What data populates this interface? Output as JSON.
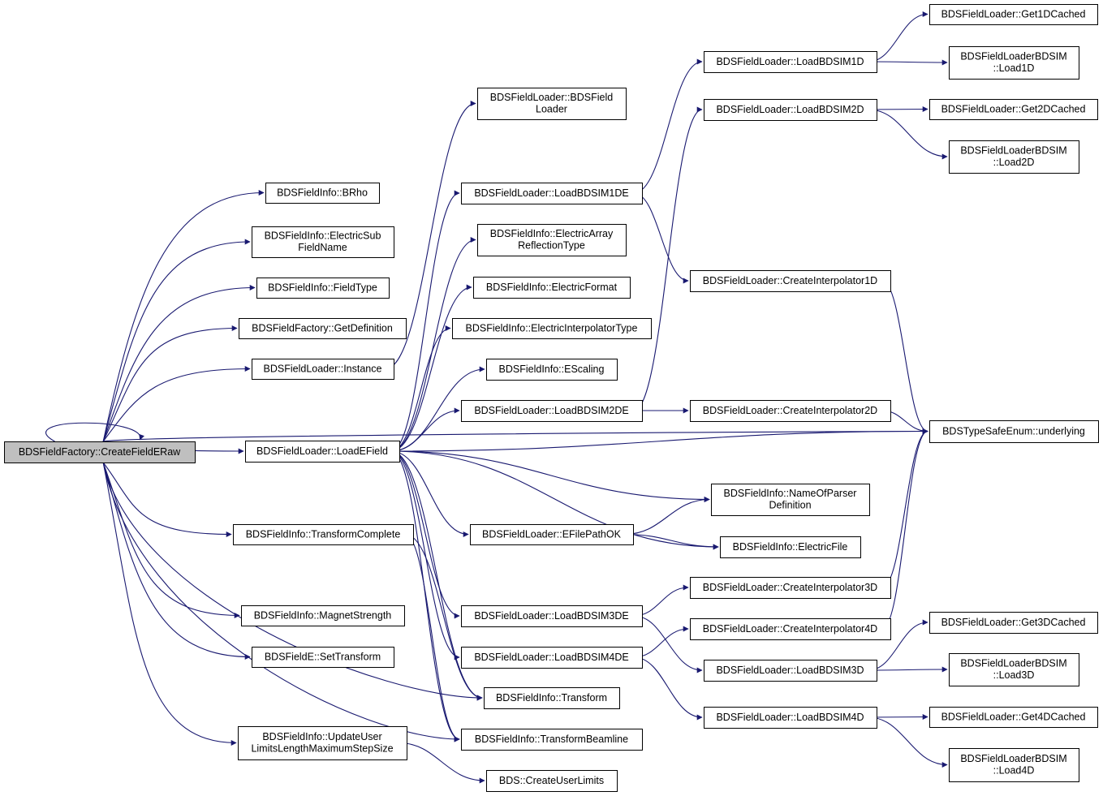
{
  "nodes": [
    {
      "id": "root",
      "lines": [
        "BDSFieldFactory::CreateFieldERaw"
      ],
      "root": true
    },
    {
      "id": "brho",
      "lines": [
        "BDSFieldInfo::BRho"
      ]
    },
    {
      "id": "elecsub",
      "lines": [
        "BDSFieldInfo::ElectricSub",
        "FieldName"
      ]
    },
    {
      "id": "fieldtype",
      "lines": [
        "BDSFieldInfo::FieldType"
      ]
    },
    {
      "id": "getdef",
      "lines": [
        "BDSFieldFactory::GetDefinition"
      ]
    },
    {
      "id": "instance",
      "lines": [
        "BDSFieldLoader::Instance"
      ]
    },
    {
      "id": "loadefield",
      "lines": [
        "BDSFieldLoader::LoadEField"
      ]
    },
    {
      "id": "transcomplete",
      "lines": [
        "BDSFieldInfo::TransformComplete"
      ]
    },
    {
      "id": "magstrength",
      "lines": [
        "BDSFieldInfo::MagnetStrength"
      ]
    },
    {
      "id": "settransform",
      "lines": [
        "BDSFieldE::SetTransform"
      ]
    },
    {
      "id": "updateuser",
      "lines": [
        "BDSFieldInfo::UpdateUser",
        "LimitsLengthMaximumStepSize"
      ]
    },
    {
      "id": "ctor",
      "lines": [
        "BDSFieldLoader::BDSField",
        "Loader"
      ]
    },
    {
      "id": "load1de",
      "lines": [
        "BDSFieldLoader::LoadBDSIM1DE"
      ]
    },
    {
      "id": "earray",
      "lines": [
        "BDSFieldInfo::ElectricArray",
        "ReflectionType"
      ]
    },
    {
      "id": "eformat",
      "lines": [
        "BDSFieldInfo::ElectricFormat"
      ]
    },
    {
      "id": "einterp",
      "lines": [
        "BDSFieldInfo::ElectricInterpolatorType"
      ]
    },
    {
      "id": "escaling",
      "lines": [
        "BDSFieldInfo::EScaling"
      ]
    },
    {
      "id": "load2de",
      "lines": [
        "BDSFieldLoader::LoadBDSIM2DE"
      ]
    },
    {
      "id": "efilepath",
      "lines": [
        "BDSFieldLoader::EFilePathOK"
      ]
    },
    {
      "id": "load3de",
      "lines": [
        "BDSFieldLoader::LoadBDSIM3DE"
      ]
    },
    {
      "id": "load4de",
      "lines": [
        "BDSFieldLoader::LoadBDSIM4DE"
      ]
    },
    {
      "id": "transform",
      "lines": [
        "BDSFieldInfo::Transform"
      ]
    },
    {
      "id": "transbeam",
      "lines": [
        "BDSFieldInfo::TransformBeamline"
      ]
    },
    {
      "id": "createuser",
      "lines": [
        "BDS::CreateUserLimits"
      ]
    },
    {
      "id": "load1d",
      "lines": [
        "BDSFieldLoader::LoadBDSIM1D"
      ]
    },
    {
      "id": "load2d",
      "lines": [
        "BDSFieldLoader::LoadBDSIM2D"
      ]
    },
    {
      "id": "ci1d",
      "lines": [
        "BDSFieldLoader::CreateInterpolator1D"
      ]
    },
    {
      "id": "ci2d",
      "lines": [
        "BDSFieldLoader::CreateInterpolator2D"
      ]
    },
    {
      "id": "nameparser",
      "lines": [
        "BDSFieldInfo::NameOfParser",
        "Definition"
      ]
    },
    {
      "id": "efile",
      "lines": [
        "BDSFieldInfo::ElectricFile"
      ]
    },
    {
      "id": "ci3d",
      "lines": [
        "BDSFieldLoader::CreateInterpolator3D"
      ]
    },
    {
      "id": "ci4d",
      "lines": [
        "BDSFieldLoader::CreateInterpolator4D"
      ]
    },
    {
      "id": "load3d",
      "lines": [
        "BDSFieldLoader::LoadBDSIM3D"
      ]
    },
    {
      "id": "load4d",
      "lines": [
        "BDSFieldLoader::LoadBDSIM4D"
      ]
    },
    {
      "id": "get1d",
      "lines": [
        "BDSFieldLoader::Get1DCached"
      ]
    },
    {
      "id": "l1d",
      "lines": [
        "BDSFieldLoaderBDSIM",
        "::Load1D"
      ]
    },
    {
      "id": "get2d",
      "lines": [
        "BDSFieldLoader::Get2DCached"
      ]
    },
    {
      "id": "l2d",
      "lines": [
        "BDSFieldLoaderBDSIM",
        "::Load2D"
      ]
    },
    {
      "id": "underlying",
      "lines": [
        "BDSTypeSafeEnum::underlying"
      ]
    },
    {
      "id": "get3d",
      "lines": [
        "BDSFieldLoader::Get3DCached"
      ]
    },
    {
      "id": "l3d",
      "lines": [
        "BDSFieldLoaderBDSIM",
        "::Load3D"
      ]
    },
    {
      "id": "get4d",
      "lines": [
        "BDSFieldLoader::Get4DCached"
      ]
    },
    {
      "id": "l4d",
      "lines": [
        "BDSFieldLoaderBDSIM",
        "::Load4D"
      ]
    }
  ],
  "edges": [
    [
      "root",
      "root"
    ],
    [
      "root",
      "brho"
    ],
    [
      "root",
      "elecsub"
    ],
    [
      "root",
      "fieldtype"
    ],
    [
      "root",
      "getdef"
    ],
    [
      "root",
      "instance"
    ],
    [
      "root",
      "loadefield"
    ],
    [
      "root",
      "transcomplete"
    ],
    [
      "root",
      "magstrength"
    ],
    [
      "root",
      "settransform"
    ],
    [
      "root",
      "updateuser"
    ],
    [
      "root",
      "transform"
    ],
    [
      "root",
      "transbeam"
    ],
    [
      "root",
      "underlying"
    ],
    [
      "instance",
      "ctor"
    ],
    [
      "updateuser",
      "createuser"
    ],
    [
      "transcomplete",
      "transform"
    ],
    [
      "transcomplete",
      "transbeam"
    ],
    [
      "loadefield",
      "load1de"
    ],
    [
      "loadefield",
      "earray"
    ],
    [
      "loadefield",
      "eformat"
    ],
    [
      "loadefield",
      "einterp"
    ],
    [
      "loadefield",
      "escaling"
    ],
    [
      "loadefield",
      "load2de"
    ],
    [
      "loadefield",
      "underlying"
    ],
    [
      "loadefield",
      "nameparser"
    ],
    [
      "loadefield",
      "efilepath"
    ],
    [
      "loadefield",
      "efile"
    ],
    [
      "loadefield",
      "load3de"
    ],
    [
      "loadefield",
      "load4de"
    ],
    [
      "loadefield",
      "transform"
    ],
    [
      "loadefield",
      "transbeam"
    ],
    [
      "load1de",
      "load1d"
    ],
    [
      "load1de",
      "ci1d"
    ],
    [
      "load2de",
      "load2d"
    ],
    [
      "load2de",
      "ci2d"
    ],
    [
      "load3de",
      "ci3d"
    ],
    [
      "load3de",
      "load3d"
    ],
    [
      "load4de",
      "ci4d"
    ],
    [
      "load4de",
      "load4d"
    ],
    [
      "efilepath",
      "nameparser"
    ],
    [
      "efilepath",
      "efile"
    ],
    [
      "load1d",
      "get1d"
    ],
    [
      "load1d",
      "l1d"
    ],
    [
      "load2d",
      "get2d"
    ],
    [
      "load2d",
      "l2d"
    ],
    [
      "load3d",
      "get3d"
    ],
    [
      "load3d",
      "l3d"
    ],
    [
      "load4d",
      "get4d"
    ],
    [
      "load4d",
      "l4d"
    ],
    [
      "ci1d",
      "underlying"
    ],
    [
      "ci2d",
      "underlying"
    ],
    [
      "ci3d",
      "underlying"
    ],
    [
      "ci4d",
      "underlying"
    ]
  ],
  "colors": {
    "edge": "#191970",
    "root_fill": "#bfbfbf",
    "node_fill": "#ffffff"
  }
}
